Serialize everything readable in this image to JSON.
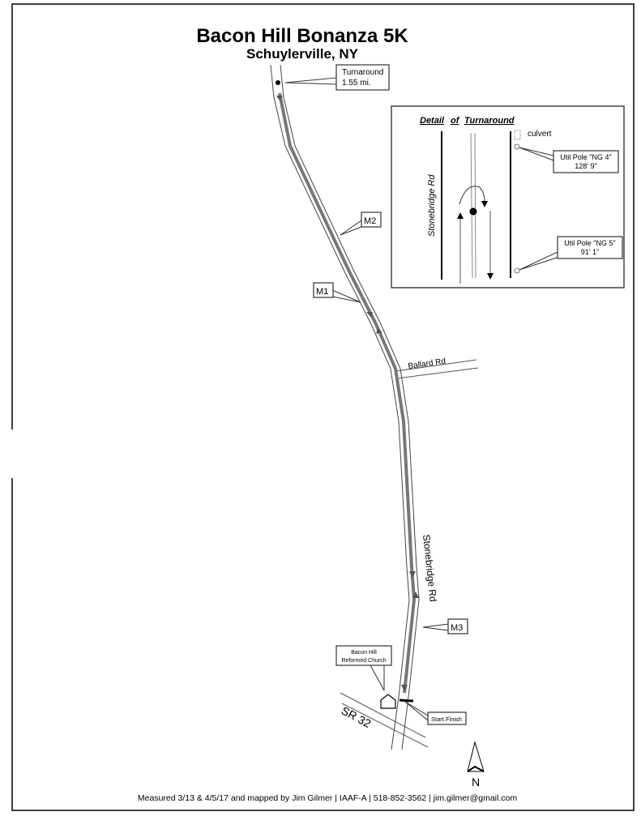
{
  "title": "Bacon Hill Bonanza 5K",
  "subtitle": "Schuylerville, NY",
  "turnaround": {
    "line1": "Turnaround",
    "line2": "1.55 mi."
  },
  "markers": {
    "m1": "M1",
    "m2": "M2",
    "m3": "M3"
  },
  "roads": {
    "ballard": "Ballard Rd",
    "stonebridge": "Stonebridge Rd",
    "sr32": "SR 32"
  },
  "church": {
    "line1": "Bacon Hill",
    "line2": "Reformed Church"
  },
  "start_finish": "Start.Finish",
  "north": "N",
  "detail": {
    "title_part1": "Detail",
    "title_part2": "of",
    "title_part3": "Turnaround",
    "road_label": "Stonebridge Rd",
    "culvert": "culvert",
    "pole1": {
      "line1": "Util Pole \"NG 4\"",
      "line2": "128' 9\""
    },
    "pole2": {
      "line1": "Util Pole \"NG 5\"",
      "line2": "91' 1\""
    }
  },
  "footer": "Measured 3/13 & 4/5/17 and mapped by Jim Gilmer | IAAF-A | 518-852-3562 | jim.gilmer@gmail.com"
}
